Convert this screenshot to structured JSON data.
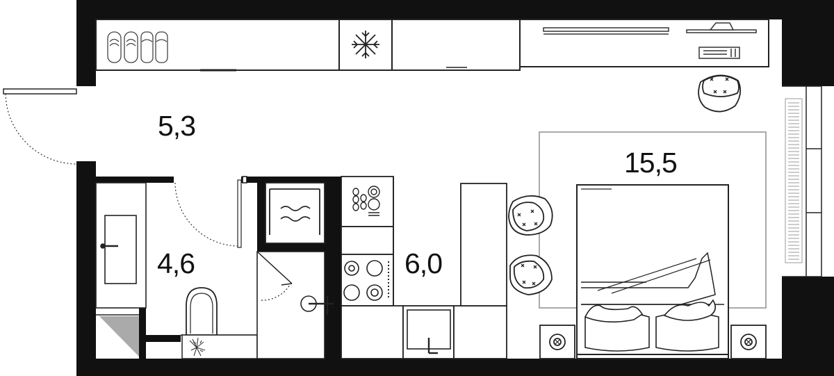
{
  "floorplan": {
    "rooms": [
      {
        "id": "hallway",
        "area_label": "5,3"
      },
      {
        "id": "bathroom",
        "area_label": "4,6"
      },
      {
        "id": "kitchen",
        "area_label": "6,0"
      },
      {
        "id": "living-room",
        "area_label": "15,5"
      }
    ],
    "colors": {
      "wall": "#111111",
      "line": "#222222",
      "light_line": "#aaaaaa",
      "background": "#ffffff"
    },
    "icons": [
      "slippers-icon",
      "snowflake-icon",
      "tv-icon",
      "armchair-icon",
      "oven-icon",
      "dish-rack-icon",
      "cooktop-icon",
      "sink-icon",
      "bar-stool-icon",
      "double-bed-icon",
      "pillow-icon",
      "nightstand-icon",
      "toilet-icon",
      "washbasin-icon",
      "shower-icon",
      "plant-icon",
      "door-swing-icon",
      "radiator-icon"
    ]
  }
}
